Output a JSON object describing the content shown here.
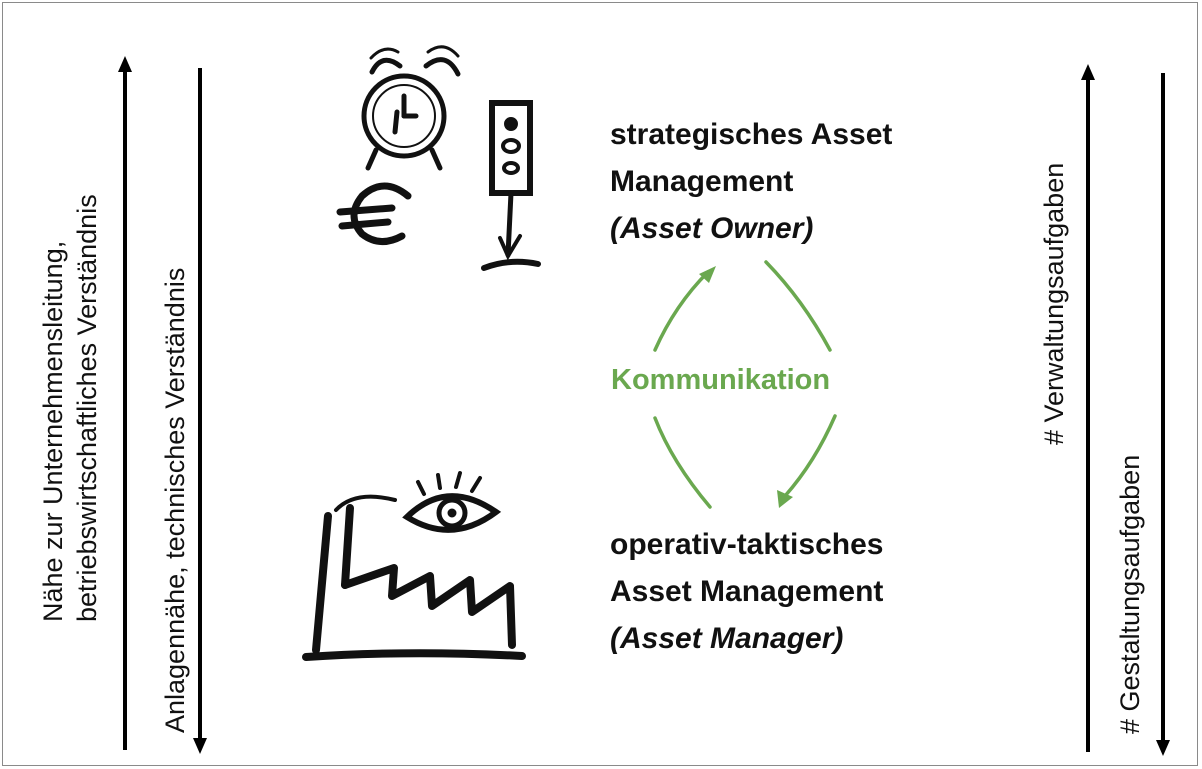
{
  "left_axis": {
    "outer_label": [
      "Nähe zur Unternehmensleitung,",
      "betriebswirtschaftliches Verständnis"
    ],
    "inner_label": "Anlagennähe, technisches Verständnis"
  },
  "right_axis": {
    "up_label": "# Verwaltungsaufgaben",
    "down_label": "# Gestaltungsaufgaben"
  },
  "top_box": {
    "lines": [
      "strategisches Asset",
      "Management"
    ],
    "role": "(Asset Owner)"
  },
  "bottom_box": {
    "lines": [
      "operativ-taktisches",
      "Asset Management"
    ],
    "role": "(Asset Manager)"
  },
  "center": {
    "label": "Kommunikation"
  },
  "icons": [
    "alarm-clock-icon",
    "euro-icon",
    "traffic-light-icon",
    "factory-icon",
    "eye-icon"
  ],
  "colors": {
    "text": "#111111",
    "communication": "#6aa84f",
    "arrows": "#000000",
    "frame": "#8a8a8a"
  }
}
